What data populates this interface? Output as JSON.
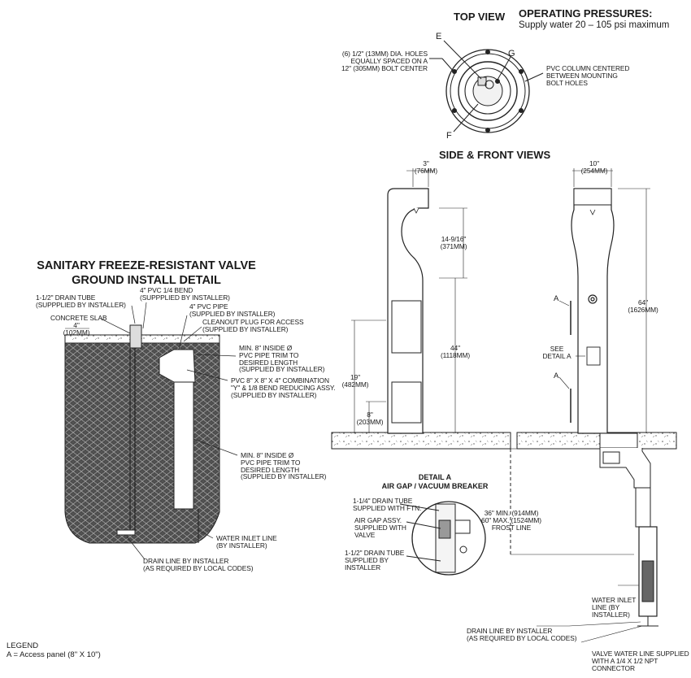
{
  "top_view": {
    "title": "TOP VIEW",
    "pressure_title": "OPERATING PRESSURES:",
    "pressure_text": "Supply water 20 – 105 psi maximum",
    "label_e": "E",
    "label_g": "G",
    "label_f": "F",
    "holes_note": "(6) 1/2\" (13mm) DIA. HOLES\nEQUALLY SPACED ON A\n12\" (305mm) BOLT CENTER",
    "column_note": "PVC COLUMN CENTERED\nBETWEEN MOUNTING\nBOLT HOLES"
  },
  "side_front": {
    "title": "SIDE & FRONT VIEWS",
    "dim_3": "3\"\n(76mm)",
    "dim_10": "10\"\n(254mm)",
    "dim_14": "14-9/16\"\n(371mm)",
    "dim_44": "44\"\n(1118mm)",
    "dim_64": "64\"\n(1626mm)",
    "dim_19": "19\"\n(482mm)",
    "dim_8": "8\"\n(203mm)",
    "label_a1": "A",
    "label_a2": "A",
    "see_detail": "SEE\nDETAIL A",
    "frost_line": "36\" MIN. (914mm)\n60\" MAX. (1524mm)\nFROST LINE",
    "water_inlet": "WATER INLET\nLINE (BY\nINSTALLER)",
    "drain_line": "DRAIN LINE BY INSTALLER\n(AS REQUIRED BY LOCAL CODES)",
    "valve_line": "VALVE WATER LINE SUPPLIED\nWITH A 1/4 X 1/2 NPT\nCONNECTOR"
  },
  "detail_a": {
    "title": "DETAIL A",
    "subtitle": "AIR GAP / VACUUM BREAKER",
    "drain_tube_ftn": "1-1/4\" DRAIN TUBE\nSUPPLIED WITH FTN.",
    "air_gap": "AIR GAP ASSY.\nSUPPLIED WITH\nVALVE",
    "drain_tube_inst": "1-1/2\" DRAIN TUBE\nSUPPLIED BY\nINSTALLER"
  },
  "ground_detail": {
    "title_line1": "SANITARY FREEZE-RESISTANT VALVE",
    "title_line2": "GROUND INSTALL DETAIL",
    "drain_tube": "1-1/2\" DRAIN TUBE\n(SUPPPLIED BY INSTALLER)",
    "concrete": "CONCRETE SLAB",
    "dim_4": "4\"\n(102mm)",
    "bend": "4\" PVC 1/4 BEND\n(SUPPPLIED BY INSTALLER)",
    "pipe": "4\" PVC PIPE\n(SUPPLIED BY INSTALLER)",
    "cleanout": "CLEANOUT PLUG FOR ACCESS\n(SUPPLIED BY INSTALLER)",
    "min8_top": "MIN. 8\" INSIDE Ø\nPVC PIPE TRIM TO\nDESIRED LENGTH\n(SUPPLIED BY INSTALLER)",
    "combo": "PVC 8\" X 8\" X 4\" COMBINATION\n\"Y\" & 1/8 BEND REDUCING ASSY.\n(SUPPLIED BY INSTALLER)",
    "min8_bottom": "MIN. 8\" INSIDE Ø\nPVC PIPE TRIM TO\nDESIRED LENGTH\n(SUPPLIED BY INSTALLER)",
    "water_inlet": "WATER INLET LINE\n(BY INSTALLER)",
    "drain_line": "DRAIN LINE BY INSTALLER\n(AS REQUIRED BY LOCAL CODES)"
  },
  "legend": {
    "title": "LEGEND",
    "item": "A = Access panel (8\" X 10\")"
  }
}
